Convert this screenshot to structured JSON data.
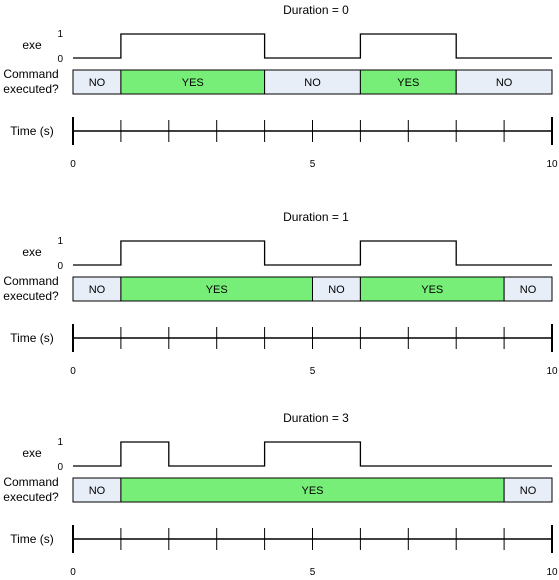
{
  "colors": {
    "yes_fill": "#77ee77",
    "no_fill": "#e8eef7"
  },
  "labels": {
    "exe": "exe",
    "command_line1": "Command",
    "command_line2": "executed?",
    "time": "Time (s)",
    "high": "1",
    "low": "0"
  },
  "axis": {
    "min": 0,
    "max": 10,
    "minor_ticks": [
      1,
      2,
      3,
      4,
      5,
      6,
      7,
      8,
      9
    ],
    "labels": [
      {
        "value": 0,
        "text": "0"
      },
      {
        "value": 5,
        "text": "5"
      },
      {
        "value": 10,
        "text": "10"
      }
    ]
  },
  "panels": [
    {
      "title": "Duration = 0",
      "exe": [
        {
          "t": 0,
          "v": 0
        },
        {
          "t": 1,
          "v": 1
        },
        {
          "t": 4,
          "v": 0
        },
        {
          "t": 6,
          "v": 1
        },
        {
          "t": 8,
          "v": 0
        },
        {
          "t": 10,
          "v": 0
        }
      ],
      "segments": [
        {
          "start": 0,
          "end": 1,
          "state": "no",
          "label": "NO"
        },
        {
          "start": 1,
          "end": 4,
          "state": "yes",
          "label": "YES"
        },
        {
          "start": 4,
          "end": 6,
          "state": "no",
          "label": "NO"
        },
        {
          "start": 6,
          "end": 8,
          "state": "yes",
          "label": "YES"
        },
        {
          "start": 8,
          "end": 10,
          "state": "no",
          "label": "NO"
        }
      ]
    },
    {
      "title": "Duration = 1",
      "exe": [
        {
          "t": 0,
          "v": 0
        },
        {
          "t": 1,
          "v": 1
        },
        {
          "t": 4,
          "v": 0
        },
        {
          "t": 6,
          "v": 1
        },
        {
          "t": 8,
          "v": 0
        },
        {
          "t": 10,
          "v": 0
        }
      ],
      "segments": [
        {
          "start": 0,
          "end": 1,
          "state": "no",
          "label": "NO"
        },
        {
          "start": 1,
          "end": 5,
          "state": "yes",
          "label": "YES"
        },
        {
          "start": 5,
          "end": 6,
          "state": "no",
          "label": "NO"
        },
        {
          "start": 6,
          "end": 9,
          "state": "yes",
          "label": "YES"
        },
        {
          "start": 9,
          "end": 10,
          "state": "no",
          "label": "NO"
        }
      ]
    },
    {
      "title": "Duration = 3",
      "exe": [
        {
          "t": 0,
          "v": 0
        },
        {
          "t": 1,
          "v": 1
        },
        {
          "t": 2,
          "v": 0
        },
        {
          "t": 4,
          "v": 1
        },
        {
          "t": 6,
          "v": 0
        },
        {
          "t": 10,
          "v": 0
        }
      ],
      "segments": [
        {
          "start": 0,
          "end": 1,
          "state": "no",
          "label": "NO"
        },
        {
          "start": 1,
          "end": 9,
          "state": "yes",
          "label": "YES"
        },
        {
          "start": 9,
          "end": 10,
          "state": "no",
          "label": "NO"
        }
      ]
    }
  ]
}
